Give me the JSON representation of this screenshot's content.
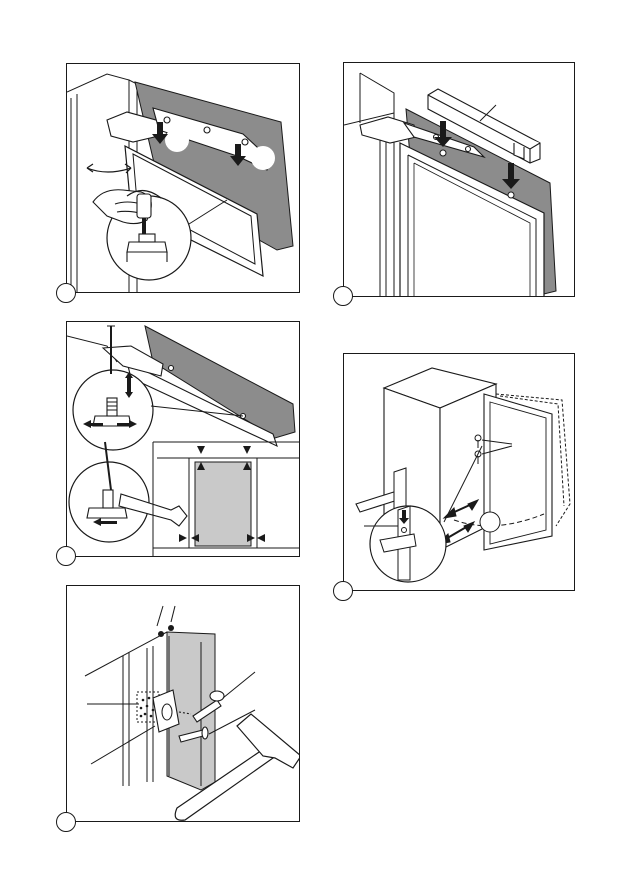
{
  "colors": {
    "ink": "#1a1a1a",
    "door_panel": "#8c8c8c",
    "door_panel_light": "#c9c9c9",
    "paper": "#ffffff"
  },
  "panels": [
    {
      "name": "panel-hinge-bracket-removal",
      "icons": [
        "hand-icon",
        "screwdriver-icon",
        "rotate-arrow-icon",
        "down-arrow-icon"
      ]
    },
    {
      "name": "panel-door-alignment",
      "icons": [
        "screwdriver-icon",
        "wrench-icon",
        "adjust-arrow-icon"
      ]
    },
    {
      "name": "panel-wall-plug-mounting",
      "icons": [
        "hammer-icon",
        "screw-icon",
        "wall-plug-icon"
      ]
    },
    {
      "name": "panel-door-guide-fitting",
      "icons": [
        "guide-rail-icon",
        "screw-icon",
        "down-arrow-icon"
      ]
    },
    {
      "name": "panel-door-opening-check",
      "icons": [
        "screw-icon",
        "swing-arc-icon",
        "double-arrow-icon"
      ]
    }
  ]
}
